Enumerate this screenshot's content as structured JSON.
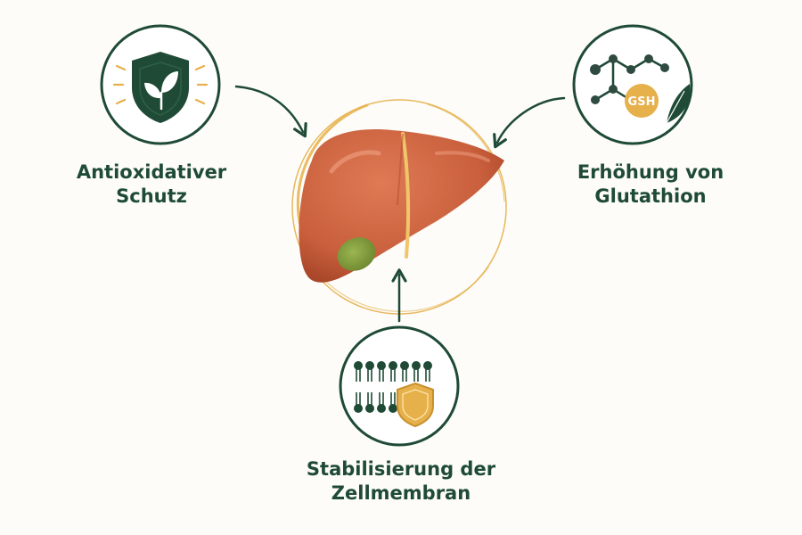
{
  "labels": {
    "antioxidative": {
      "line1": "Antioxidativer",
      "line2": "Schutz"
    },
    "glutathione": {
      "line1": "Erhöhung von",
      "line2": "Glutathion",
      "badge": "GSH"
    },
    "membrane": {
      "line1": "Stabilisierung der",
      "line2": "Zellmembran"
    }
  },
  "colors": {
    "primary_green": "#1e4a36",
    "liver": "#c95f3c",
    "gold": "#e6b04a",
    "gallbladder": "#7e9a3c",
    "background": "#fdfcf9"
  },
  "icons": [
    "shield-leaf-icon",
    "glutathione-molecule-icon",
    "cell-membrane-shield-icon",
    "liver-icon"
  ]
}
